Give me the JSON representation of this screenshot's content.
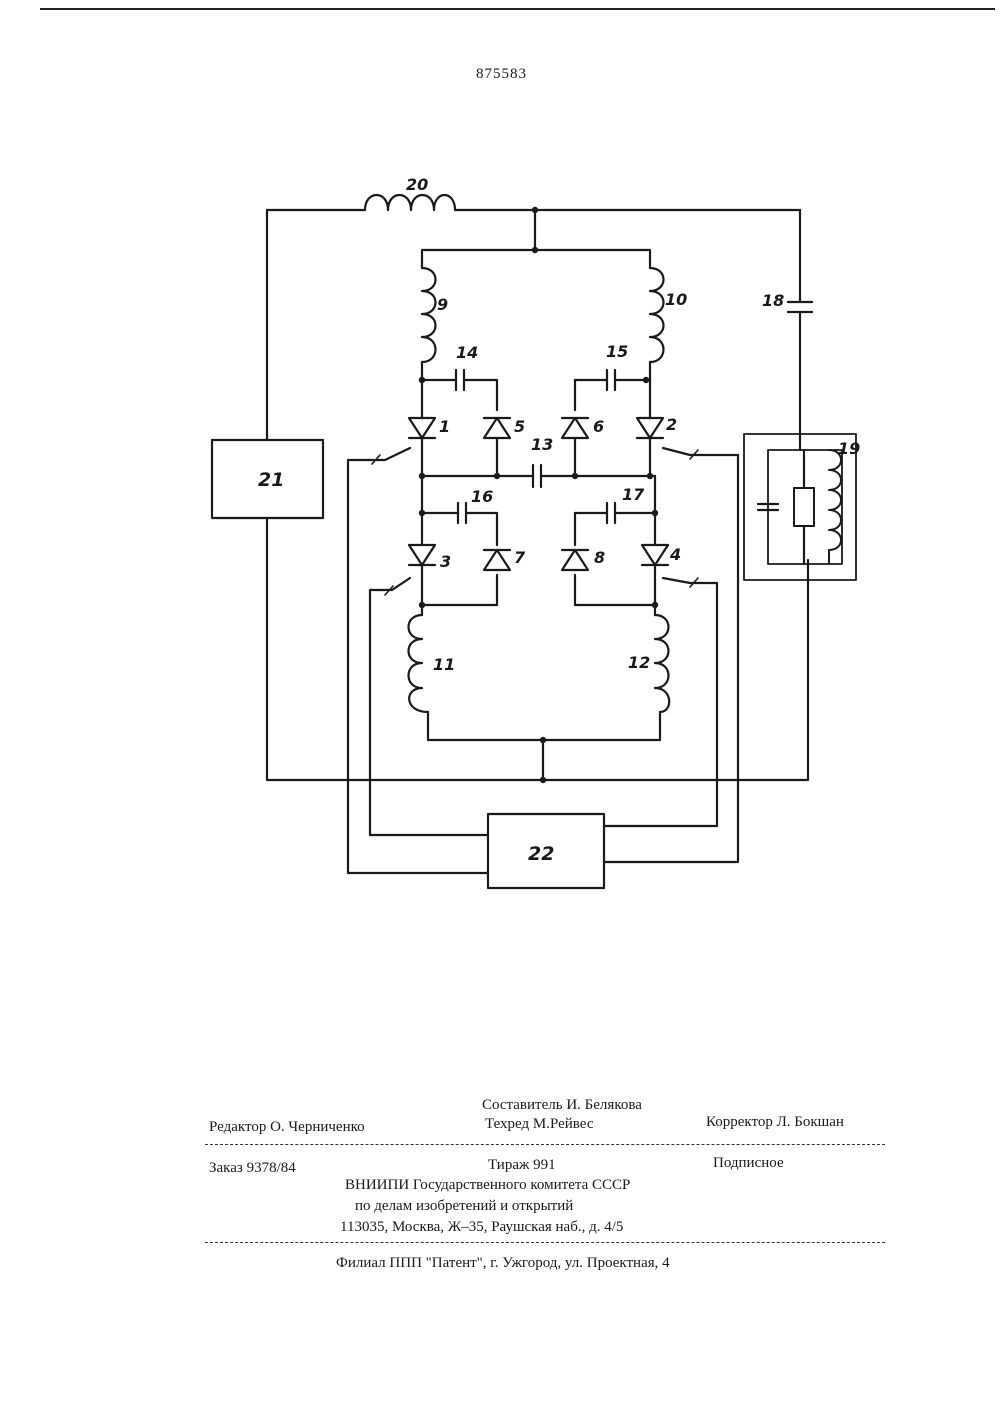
{
  "header": {
    "patent_number": "875583"
  },
  "diagram": {
    "labels": {
      "thyristor_1": "1",
      "thyristor_2": "2",
      "thyristor_3": "3",
      "thyristor_4": "4",
      "diode_5": "5",
      "diode_6": "6",
      "diode_7": "7",
      "diode_8": "8",
      "inductor_9": "9",
      "inductor_10": "10",
      "inductor_11": "11",
      "inductor_12": "12",
      "capacitor_13": "13",
      "capacitor_14": "14",
      "capacitor_15": "15",
      "capacitor_16": "16",
      "capacitor_17": "17",
      "capacitor_18": "18",
      "load_19": "19",
      "inductor_20": "20",
      "block_21": "21",
      "block_22": "22"
    }
  },
  "footer": {
    "editor": "Редактор О. Черниченко",
    "compiler": "Составитель И. Белякова",
    "techred": "Техред М.Рейвес",
    "corrector": "Корректор Л. Бокшан",
    "order": "Заказ 9378/84",
    "circulation": "Тираж 991",
    "subscription": "Подписное",
    "org_line1": "ВНИИПИ Государственного комитета СССР",
    "org_line2": "по делам изобретений и открытий",
    "org_line3": "113035, Москва, Ж–35, Раушская наб., д. 4/5",
    "branch": "Филиал ППП \"Патент\", г. Ужгород, ул. Проектная, 4"
  }
}
